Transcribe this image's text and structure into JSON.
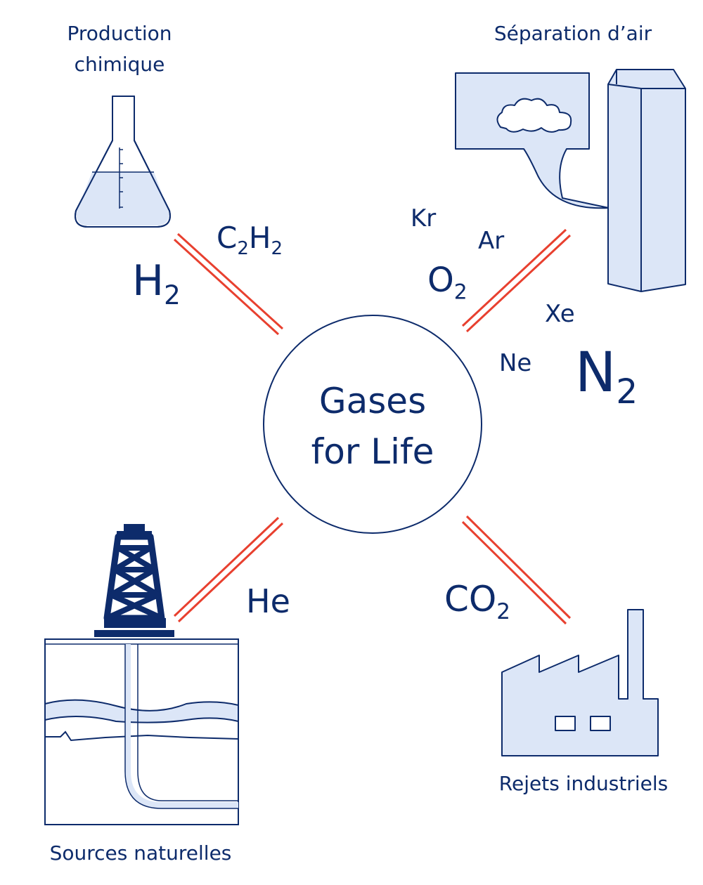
{
  "labels": {
    "production": [
      "Production",
      "chimique"
    ],
    "separation": "Séparation d’air",
    "sources": "Sources naturelles",
    "rejets": "Rejets industriels"
  },
  "center": [
    "Gases",
    "for Life"
  ],
  "gases": {
    "h2": {
      "base": "H",
      "sub": "2"
    },
    "c2h2": {
      "b1": "C",
      "s1": "2",
      "b2": "H",
      "s2": "2"
    },
    "o2": {
      "base": "O",
      "sub": "2"
    },
    "n2": {
      "base": "N",
      "sub": "2"
    },
    "co2": {
      "base": "CO",
      "sub": "2"
    },
    "kr": "Kr",
    "ar": "Ar",
    "xe": "Xe",
    "ne": "Ne",
    "he": "He"
  },
  "colors": {
    "navy": "#0d2b6b",
    "light_blue": "#dce6f7",
    "connector_red": "#e8402f"
  },
  "icons": [
    "flask-icon",
    "air-separation-icon",
    "oil-derrick-icon",
    "factory-icon"
  ]
}
